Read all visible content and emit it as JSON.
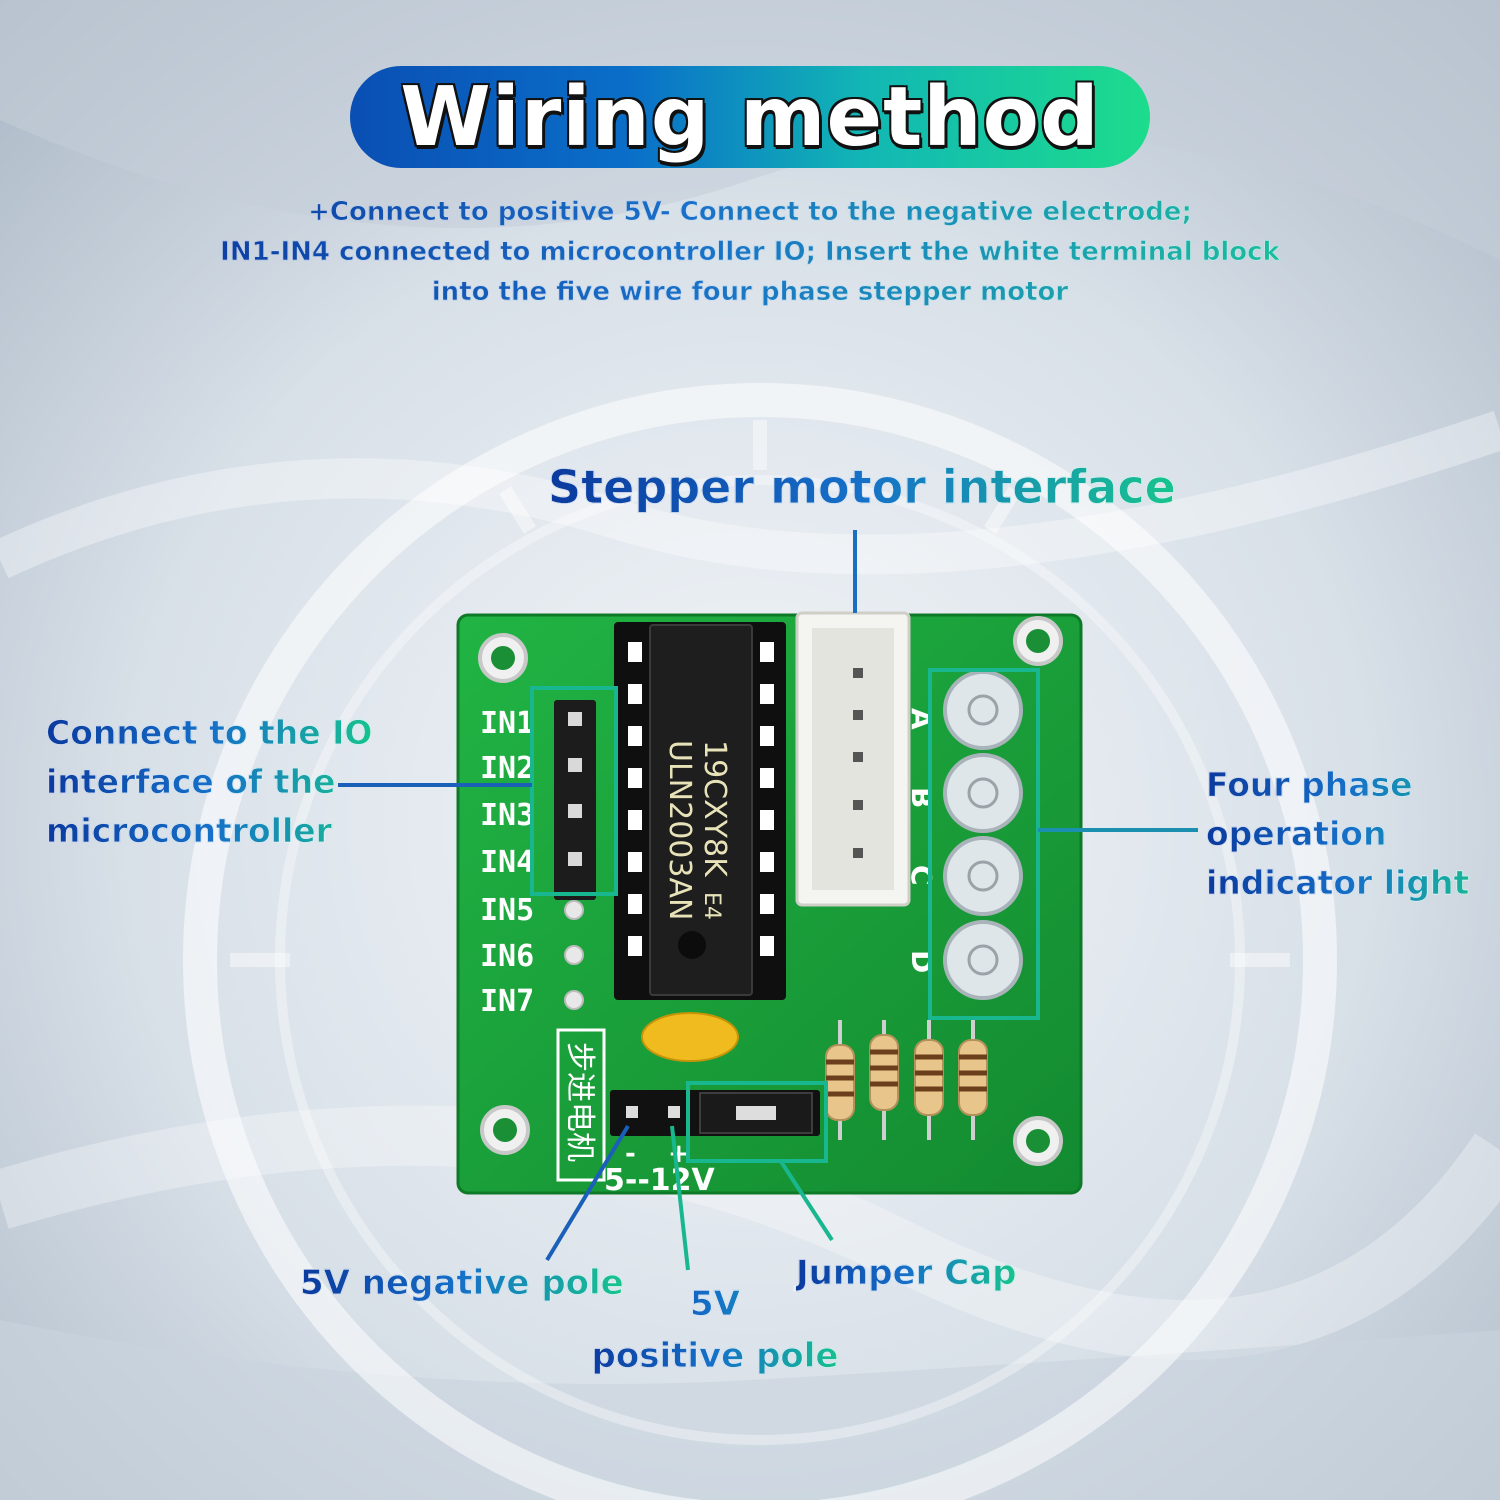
{
  "title": "Wiring method",
  "description": [
    "+Connect to positive 5V- Connect to the negative electrode;",
    "IN1-IN4 connected to microcontroller IO; Insert the white terminal block",
    "into the five wire four phase stepper motor"
  ],
  "callouts": {
    "stepper_interface": "Stepper motor interface",
    "io_interface": "Connect to the IO interface of the microcontroller",
    "indicator_lights": "Four phase operation indicator light",
    "negative_pole": "5V negative pole",
    "positive_pole_line1": "5V",
    "positive_pole_line2": "positive pole",
    "jumper_cap": "Jumper Cap"
  },
  "board": {
    "input_labels": [
      "IN1",
      "IN2",
      "IN3",
      "IN4",
      "IN5",
      "IN6",
      "IN7"
    ],
    "phase_labels": [
      "A",
      "B",
      "C",
      "D"
    ],
    "chip_line1": "19CXY8K",
    "chip_mark": "E4",
    "chip_line2": "ULN2003AN",
    "chinese_text": "步进电机",
    "voltage_label": "5--12V",
    "minus_sign": "-",
    "plus_sign": "+"
  },
  "colors": {
    "pcb_green": "#18a53a",
    "callout_dark_blue": "#0b3a9e",
    "callout_teal": "#1bc69a"
  }
}
